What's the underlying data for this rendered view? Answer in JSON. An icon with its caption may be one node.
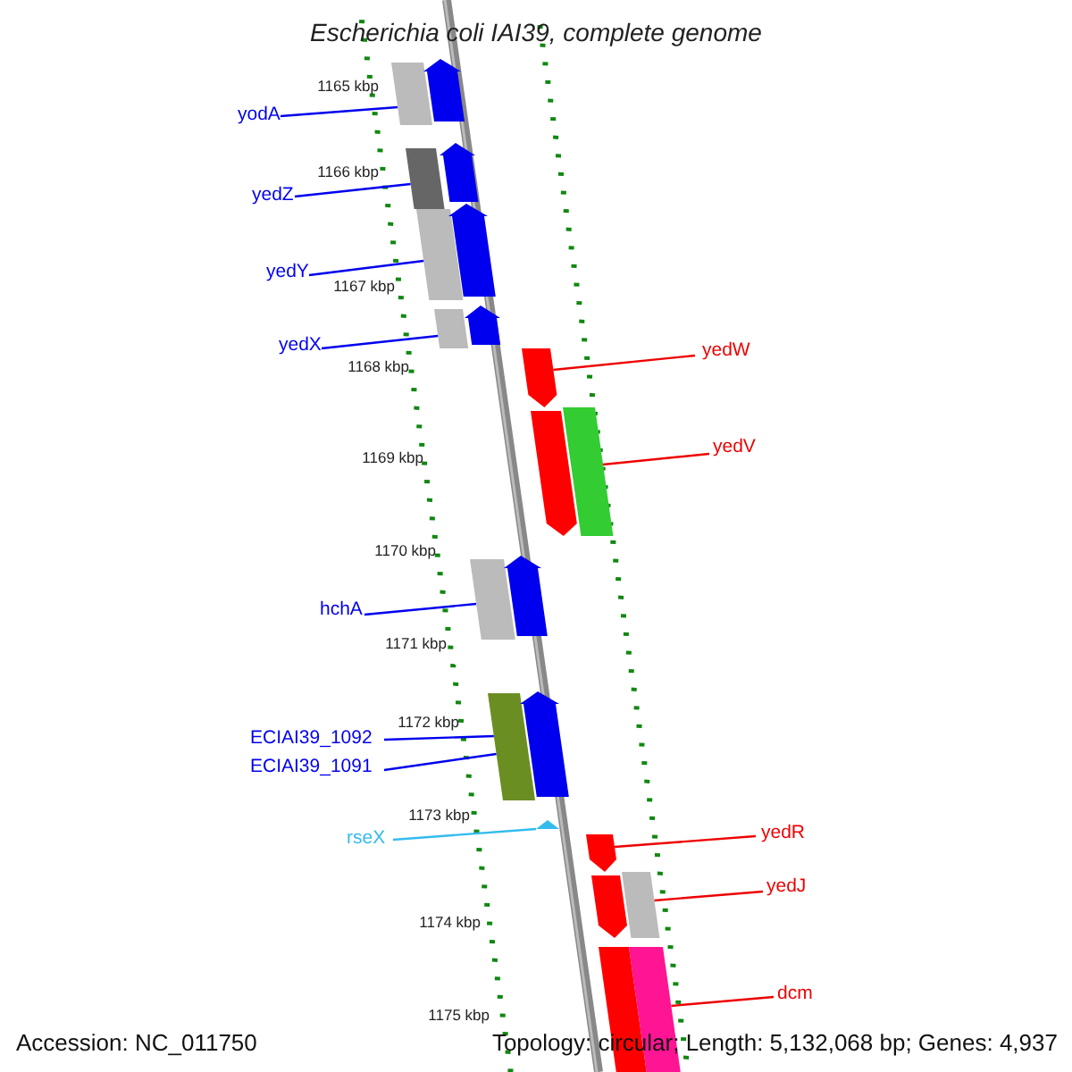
{
  "diagram": {
    "title": "Escherichia coli IAI39, complete genome",
    "nodes": [
      {
        "text": [
          "yodA"
        ]
      },
      {
        "text": [
          "yedZ"
        ]
      },
      {
        "text": [
          "yedY"
        ]
      },
      {
        "text": [
          "yedX"
        ]
      },
      {
        "text": [
          "hchA"
        ]
      },
      {
        "text": [
          "ECIAI39_1092"
        ]
      },
      {
        "text": [
          "ECIAI39_1091"
        ]
      },
      {
        "text": [
          "rseX"
        ]
      },
      {
        "text": [
          "yedW"
        ]
      },
      {
        "text": [
          "yedV"
        ]
      },
      {
        "text": [
          "yedR"
        ]
      },
      {
        "text": [
          "yedJ"
        ]
      },
      {
        "text": [
          "dcm"
        ]
      },
      {
        "text": [],
        "shape": "bar"
      },
      {
        "text": [],
        "shape": "arrow"
      },
      {
        "text": [],
        "shape": "bar"
      },
      {
        "text": [],
        "shape": "arrow"
      },
      {
        "text": [],
        "shape": "bar"
      },
      {
        "text": [],
        "shape": "arrow"
      },
      {
        "text": [],
        "shape": "bar"
      },
      {
        "text": [],
        "shape": "arrow"
      },
      {
        "text": [],
        "shape": "arrow"
      },
      {
        "text": [],
        "shape": "arrow"
      },
      {
        "text": [],
        "shape": "bar"
      },
      {
        "text": [],
        "shape": "bar"
      },
      {
        "text": [],
        "shape": "arrow"
      },
      {
        "text": [],
        "shape": "bar"
      },
      {
        "text": [],
        "shape": "arrow"
      },
      {
        "text": [],
        "shape": "triangle"
      },
      {
        "text": [],
        "shape": "arrow"
      },
      {
        "text": [],
        "shape": "arrow"
      },
      {
        "text": [],
        "shape": "bar"
      },
      {
        "text": [],
        "shape": "bar"
      },
      {
        "text": [],
        "shape": "bar"
      }
    ],
    "edges": [
      {
        "from": 0,
        "to": 13,
        "arrow": "none"
      },
      {
        "from": 1,
        "to": 15,
        "arrow": "none"
      },
      {
        "from": 2,
        "to": 17,
        "arrow": "none"
      },
      {
        "from": 3,
        "to": 19,
        "arrow": "none"
      },
      {
        "from": 4,
        "to": 24,
        "arrow": "none"
      },
      {
        "from": 5,
        "to": 26,
        "arrow": "none"
      },
      {
        "from": 6,
        "to": 26,
        "arrow": "none"
      },
      {
        "from": 7,
        "to": 28,
        "arrow": "none",
        "color": "#33bbee"
      },
      {
        "from": 8,
        "to": 21,
        "arrow": "none",
        "color": "#ee0000"
      },
      {
        "from": 9,
        "to": 23,
        "arrow": "none",
        "color": "#ee0000"
      },
      {
        "from": 10,
        "to": 29,
        "arrow": "none",
        "color": "#ee0000"
      },
      {
        "from": 11,
        "to": 31,
        "arrow": "none",
        "color": "#ee0000"
      },
      {
        "from": 12,
        "to": 33,
        "arrow": "none",
        "color": "#ee0000"
      }
    ],
    "labels": [
      "1165 kbp",
      "1166 kbp",
      "1167 kbp",
      "1168 kbp",
      "1169 kbp",
      "1170 kbp",
      "1171 kbp",
      "1172 kbp",
      "1173 kbp",
      "1174 kbp",
      "1175 kbp",
      "Accession: NC_011750",
      "Topology: circular; Length: 5,132,068 bp; Genes: 4,937"
    ]
  }
}
